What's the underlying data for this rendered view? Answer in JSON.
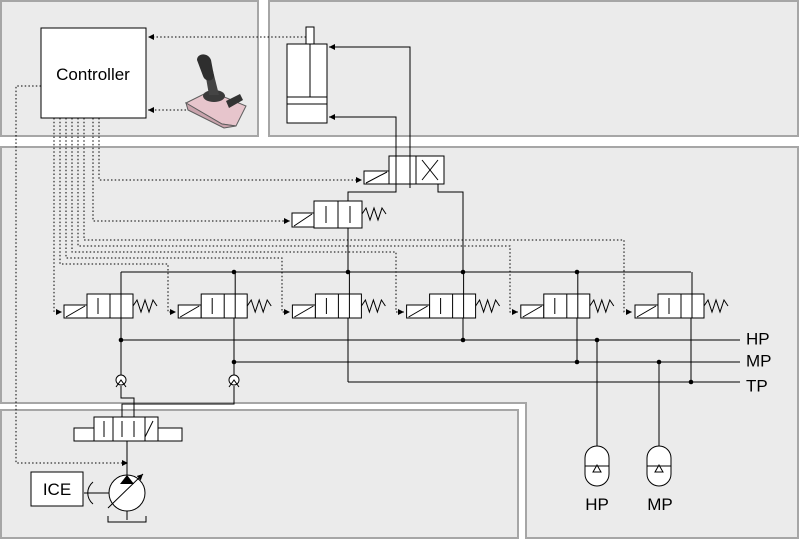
{
  "controller": {
    "label": "Controller"
  },
  "engine": {
    "label": "ICE"
  },
  "pressure_lines": {
    "hp": "HP",
    "mp": "MP",
    "tp": "TP"
  },
  "accumulators": {
    "hp_label": "HP",
    "mp_label": "MP"
  },
  "icons": {
    "joystick": "joystick-icon",
    "cylinder": "hydraulic-cylinder-icon",
    "pump": "variable-pump-icon",
    "valve": "directional-valve-icon",
    "check_valve": "check-valve-icon",
    "accumulator": "accumulator-icon"
  },
  "colors": {
    "panel_fill": "#ebebeb",
    "panel_border": "#a6a6a6",
    "line": "#000000"
  }
}
